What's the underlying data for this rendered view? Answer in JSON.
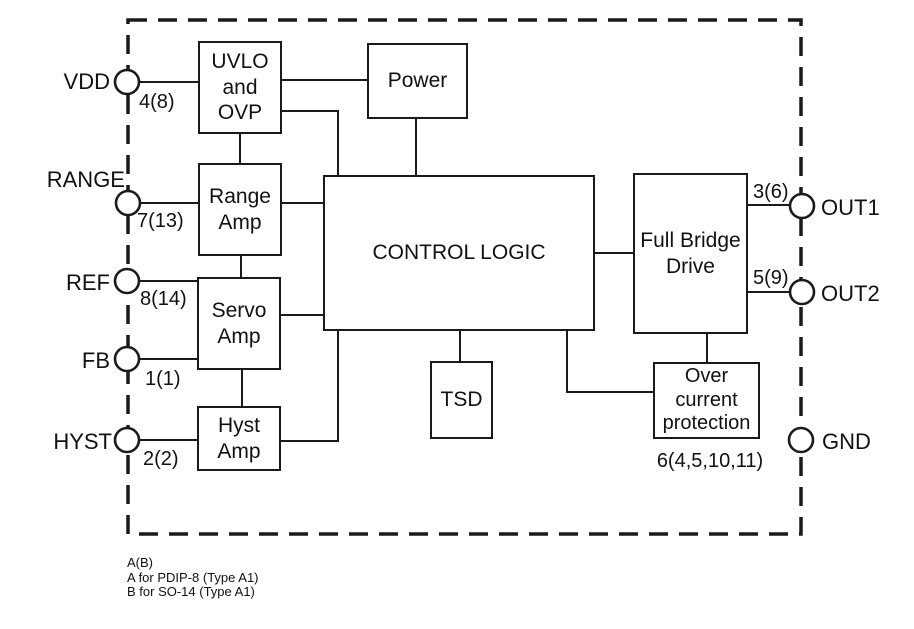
{
  "diagram": {
    "kind": "ic-functional-block-diagram"
  },
  "blocks": {
    "uvlo": {
      "label": "UVLO\nand\nOVP"
    },
    "power": {
      "label": "Power"
    },
    "range_amp": {
      "label": "Range\nAmp"
    },
    "servo_amp": {
      "label": "Servo\nAmp"
    },
    "hyst_amp": {
      "label": "Hyst\nAmp"
    },
    "control_logic": {
      "label": "CONTROL LOGIC"
    },
    "tsd": {
      "label": "TSD"
    },
    "full_bridge": {
      "label": "Full Bridge\nDrive"
    },
    "over_current": {
      "label": "Over\ncurrent\nprotection"
    }
  },
  "pins": {
    "left": [
      {
        "name": "VDD",
        "number": "4(8)"
      },
      {
        "name": "RANGE",
        "number": "7(13)"
      },
      {
        "name": "REF",
        "number": "8(14)"
      },
      {
        "name": "FB",
        "number": "1(1)"
      },
      {
        "name": "HYST",
        "number": "2(2)"
      }
    ],
    "right": [
      {
        "name": "OUT1",
        "number": "3(6)"
      },
      {
        "name": "OUT2",
        "number": "5(9)"
      },
      {
        "name": "GND",
        "number": "6(4,5,10,11)"
      }
    ]
  },
  "footnote": {
    "lines": [
      "A(B)",
      "A for PDIP-8 (Type A1)",
      "B for SO-14 (Type A1)"
    ]
  },
  "colors": {
    "line": "#1a1a1a",
    "background": "#ffffff",
    "text": "#111111"
  }
}
